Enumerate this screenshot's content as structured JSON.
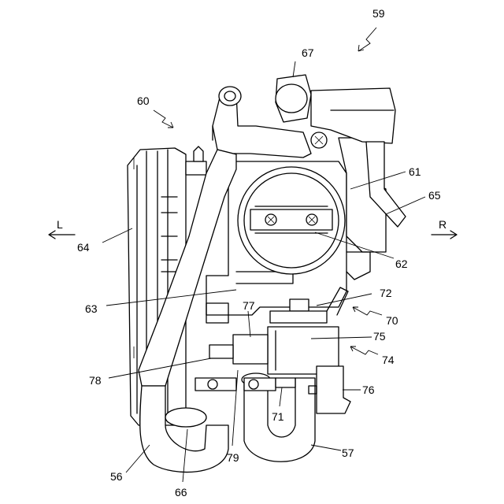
{
  "labels": {
    "n59": "59",
    "n60": "60",
    "n67": "67",
    "n61": "61",
    "n65": "65",
    "n64": "64",
    "n62": "62",
    "n63": "63",
    "n72": "72",
    "n77": "77",
    "n70": "70",
    "n75": "75",
    "n74": "74",
    "n78": "78",
    "n76": "76",
    "n71": "71",
    "n79": "79",
    "n57": "57",
    "n56": "56",
    "n66": "66"
  },
  "directions": {
    "left": "L",
    "right": "R"
  }
}
